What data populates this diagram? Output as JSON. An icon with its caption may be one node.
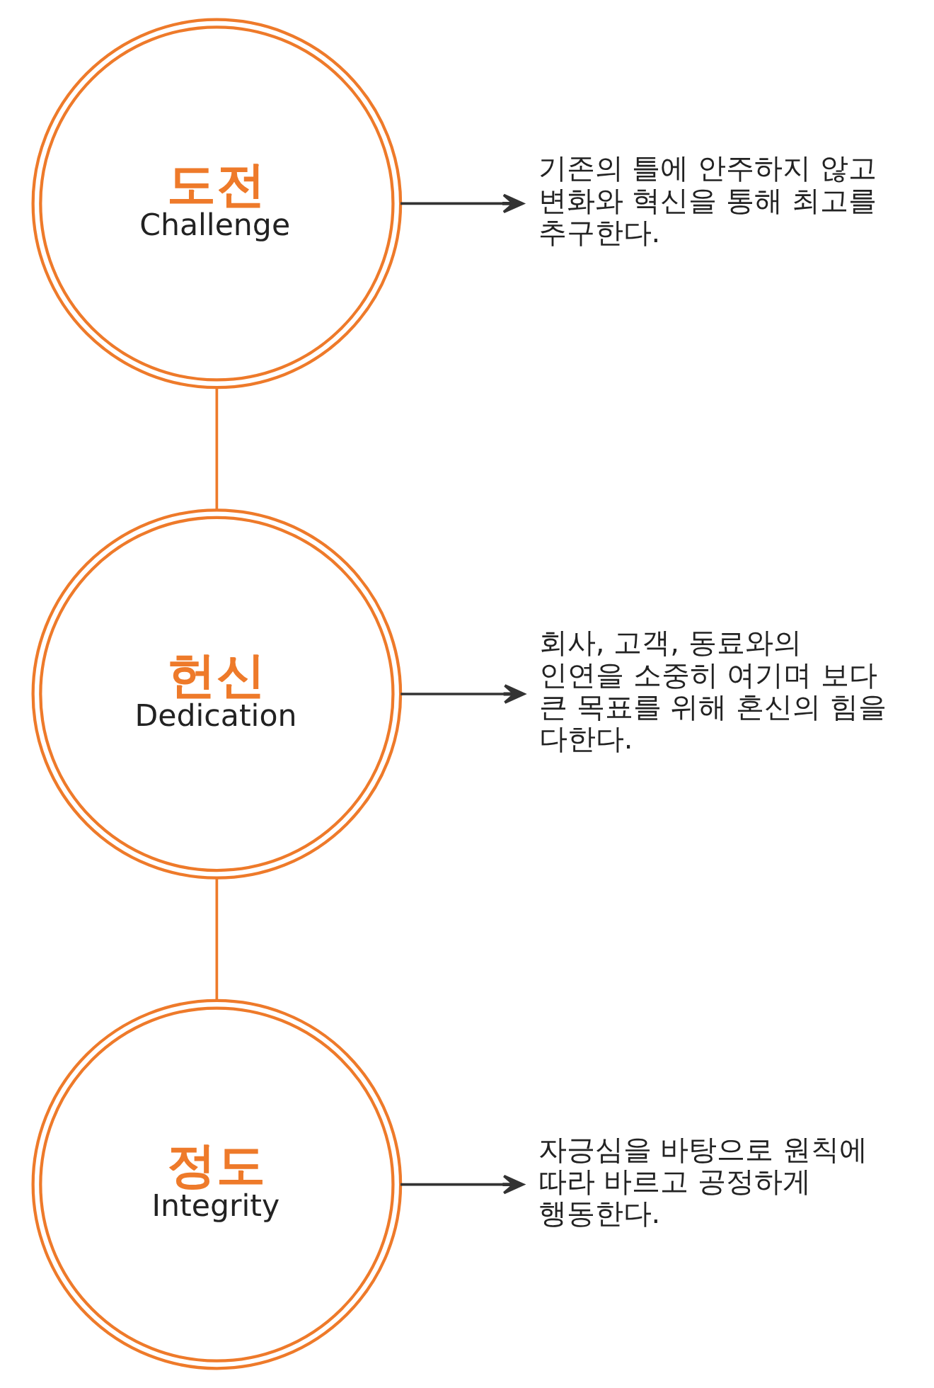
{
  "diagram": {
    "nodes": [
      {
        "text": [
          "도전",
          "Challenge"
        ]
      },
      {
        "text": [
          "기존의 틀에 안주하지 않고 변화와 혁신을 통해 최고를 추구한다."
        ]
      },
      {
        "text": [
          "헌신",
          "Dedication"
        ]
      },
      {
        "text": [
          "회사, 고객, 동료와의 인연을 소중히 여기며 보다 큰 목표를 위해 혼신의 힘을 다한다."
        ]
      },
      {
        "text": [
          "정도",
          "Integrity"
        ]
      },
      {
        "text": [
          "자긍심을 바탕으로 원칙에 따라 바르고 공정하게 행동한다."
        ]
      }
    ],
    "edges": [
      {
        "from": 0,
        "to": 1,
        "arrow": "to"
      },
      {
        "from": 0,
        "to": 2,
        "arrow": "none",
        "color": "#ee7a2a"
      },
      {
        "from": 2,
        "to": 3,
        "arrow": "to"
      },
      {
        "from": 2,
        "to": 4,
        "arrow": "none",
        "color": "#ee7a2a"
      },
      {
        "from": 4,
        "to": 5,
        "arrow": "to"
      }
    ]
  }
}
